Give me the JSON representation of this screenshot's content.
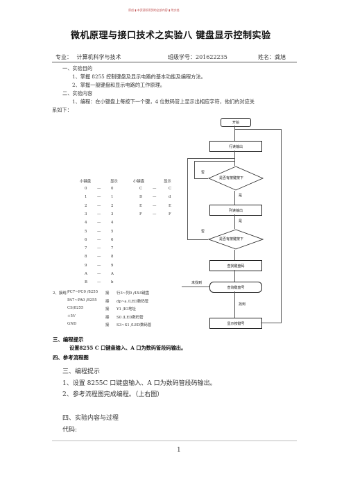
{
  "header": {
    "watermark": "原创 ▮ 本资源所用到的全部内容 ▮ 附文档"
  },
  "title": "微机原理与接口技术之实验八    键盘显示控制实验",
  "meta": {
    "major_label": "专业：",
    "major": "计算机科学与技术",
    "class_label": "班级学号：",
    "class": "201622235",
    "name_label": "姓名：",
    "name": "龚旭"
  },
  "sections": {
    "s1": "一、实验目的",
    "s1_items": [
      "1、掌握 8255 控制键盘及显示电路的基本功能及编程方法。",
      "2、掌握一般键盘和显示电路的工作原理。"
    ],
    "s2": "二、实验内容",
    "s2_item": "1、编程：在小键盘上每按下一个键，4 位数码管上显示出相应字符，他们的对应关",
    "s2_item_cont": "系如下：",
    "s3_bold": "三、编程提示",
    "s3_bold_text": "设置8255 C 口键盘输入、A 口为数码管段码输出。",
    "s4_bold": "四、参考流程图",
    "s3": "三、编程提示",
    "s3_items": [
      "1、设置 8255C 口键盘输入、A 口为数码管段码输出。",
      "2、参考流程图完成编程。（上右图）"
    ],
    "s4": "四、实验内容与过程",
    "code": "代码:"
  },
  "key_table": {
    "headers": [
      "小键盘",
      "显示",
      "小键盘",
      "显示"
    ],
    "left_rows": [
      [
        "0",
        "0"
      ],
      [
        "1",
        "1"
      ],
      [
        "2",
        "2"
      ],
      [
        "3",
        "3"
      ],
      [
        "4",
        "4"
      ],
      [
        "5",
        "5"
      ],
      [
        "6",
        "6"
      ],
      [
        "7",
        "7"
      ],
      [
        "8",
        "8"
      ],
      [
        "9",
        "9"
      ],
      [
        "A",
        "A"
      ],
      [
        "B",
        "b"
      ]
    ],
    "right_rows": [
      [
        "C",
        "C"
      ],
      [
        "D",
        "d"
      ],
      [
        "E",
        "E"
      ],
      [
        "F",
        "F"
      ]
    ],
    "dash": "—"
  },
  "wiring": {
    "title": "2、接线：",
    "rows": [
      [
        "PC7~PC0 /8255",
        "接",
        "行3~列0 /4X4键盘"
      ],
      [
        "PA7~PA0 /8255",
        "接",
        "dp~a /LED数码管"
      ],
      [
        "CS/8255",
        "接",
        "Y1 /IO地址"
      ],
      [
        "+5V",
        "接",
        "S0 /LED数码管"
      ],
      [
        "GND",
        "接",
        "S3~S1 /LED数码管"
      ]
    ]
  },
  "flowchart": {
    "start": "开始",
    "n1": "行读输出",
    "d1": "是否有按键按下",
    "n2": "列读输出",
    "d2": "是否有按键按下",
    "n3": "查找键盘码",
    "n4": "查询键盘号",
    "n5": "显示按键号",
    "no": "否",
    "yes": "是",
    "not_found": "未找到",
    "found": "找到"
  },
  "footer": {
    "page": "1"
  }
}
